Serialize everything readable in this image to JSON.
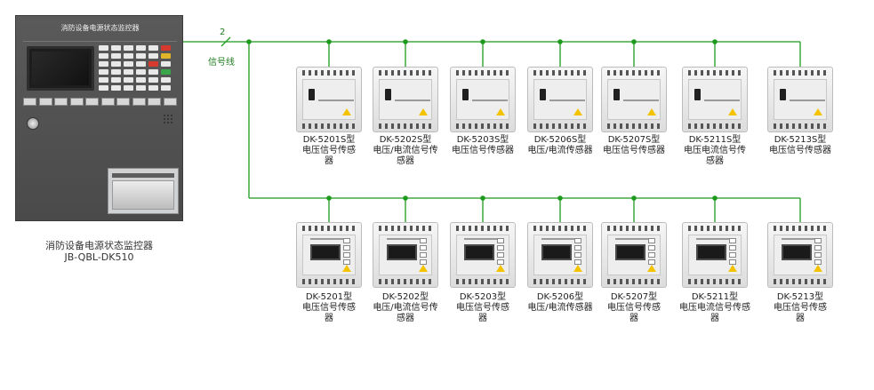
{
  "controller": {
    "panel_title": "消防设备电源状态监控器",
    "caption_line1": "消防设备电源状态监控器",
    "caption_line2": "JB-QBL-DK510"
  },
  "bus": {
    "conductor_count": "2",
    "label": "信号线",
    "color": "#1c9a1c"
  },
  "top_row": [
    {
      "model": "DK-5201S型",
      "desc_line1": "电压信号传感",
      "desc_line2": "器"
    },
    {
      "model": "DK-5202S型",
      "desc_line1": "电压/电流信号传",
      "desc_line2": "感器"
    },
    {
      "model": "DK-5203S型",
      "desc_line1": "电压信号传感器",
      "desc_line2": ""
    },
    {
      "model": "DK-5206S型",
      "desc_line1": "电压/电流传感器",
      "desc_line2": ""
    },
    {
      "model": "DK-5207S型",
      "desc_line1": "电压信号传感器",
      "desc_line2": ""
    },
    {
      "model": "DK-5211S型",
      "desc_line1": "电压电流信号传",
      "desc_line2": "感器"
    },
    {
      "model": "DK-5213S型",
      "desc_line1": "电压信号传感器",
      "desc_line2": ""
    }
  ],
  "bottom_row": [
    {
      "model": "DK-5201型",
      "desc_line1": "电压信号传感",
      "desc_line2": "器"
    },
    {
      "model": "DK-5202型",
      "desc_line1": "电压/电流信号传",
      "desc_line2": "感器"
    },
    {
      "model": "DK-5203型",
      "desc_line1": "电压信号传感",
      "desc_line2": "器"
    },
    {
      "model": "DK-5206型",
      "desc_line1": "电压/电流传感器",
      "desc_line2": ""
    },
    {
      "model": "DK-5207型",
      "desc_line1": "电压信号传感",
      "desc_line2": "器"
    },
    {
      "model": "DK-5211型",
      "desc_line1": "电压电流信号传感",
      "desc_line2": "器"
    },
    {
      "model": "DK-5213型",
      "desc_line1": "电压信号传感",
      "desc_line2": "器"
    }
  ]
}
